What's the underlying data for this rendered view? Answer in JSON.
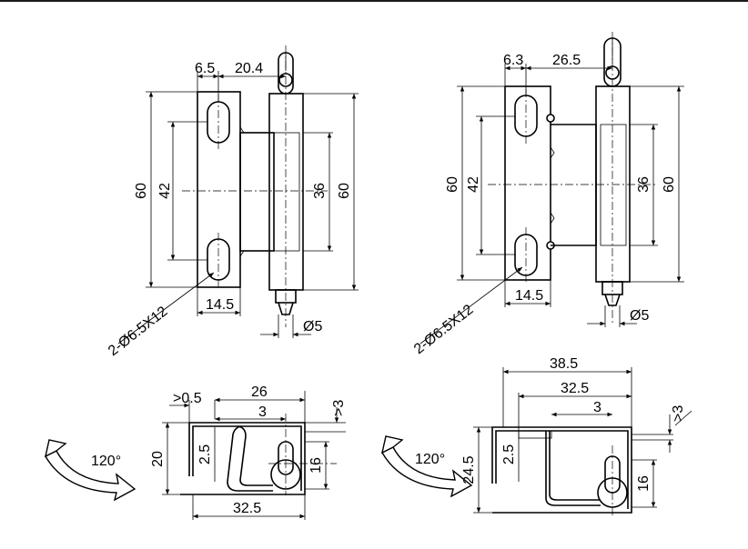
{
  "hinge_left": {
    "front": {
      "dim_top_a": "6.5",
      "dim_top_b": "20.4",
      "dim_height_outer": "60",
      "dim_height_slots": "42",
      "dim_height_knuckle": "36",
      "dim_height_right": "60",
      "dim_width_bottom": "14.5",
      "dim_slot_note": "2-Ø6.5X12",
      "dim_pin": "Ø5"
    },
    "side": {
      "dim_gap": ">0.5",
      "dim_26": "26",
      "dim_3": "3",
      "dim_gt3": ">3",
      "dim_20": "20",
      "dim_2_5": "2.5",
      "dim_16": "16",
      "dim_32_5": "32.5",
      "angle": "120°"
    }
  },
  "hinge_right": {
    "front": {
      "dim_top_a": "6.3",
      "dim_top_b": "26.5",
      "dim_height_outer": "60",
      "dim_height_slots": "42",
      "dim_height_knuckle": "36",
      "dim_height_right": "60",
      "dim_width_bottom": "14.5",
      "dim_slot_note": "2-Ø6.5X12",
      "dim_pin": "Ø5"
    },
    "side": {
      "dim_38_5": "38.5",
      "dim_32_5": "32.5",
      "dim_3": "3",
      "dim_gt3": ">3",
      "dim_24_5": "24.5",
      "dim_2_5": "2.5",
      "dim_16": "16",
      "angle": "120°"
    }
  }
}
